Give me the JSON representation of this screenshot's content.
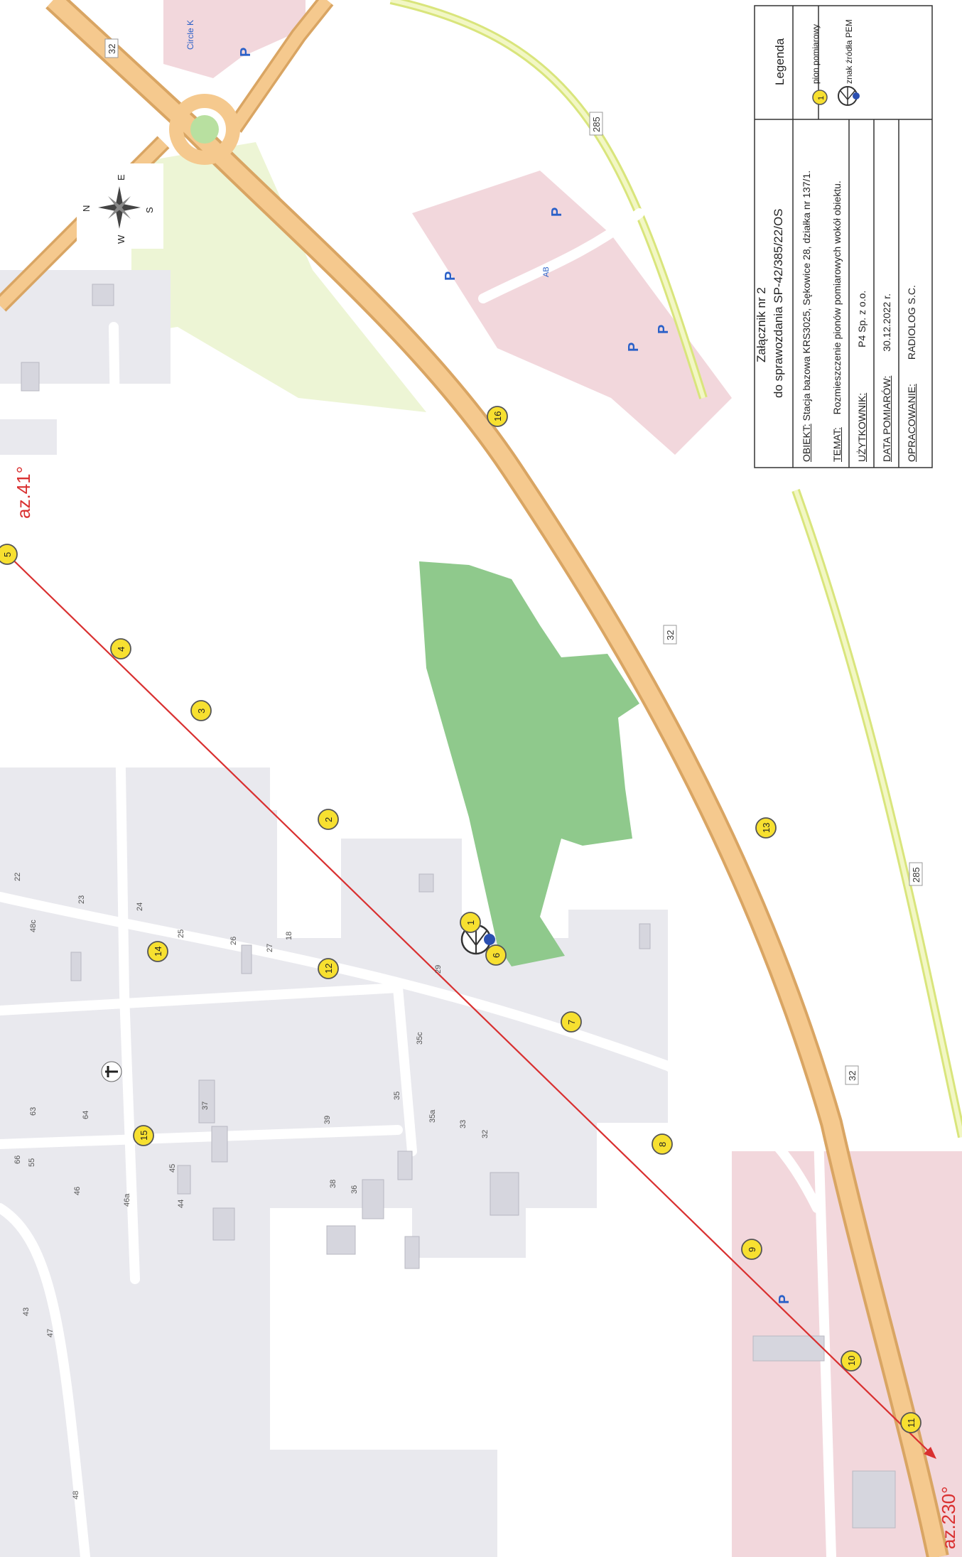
{
  "header": {
    "title_line1": "Załącznik nr 2",
    "title_line2": "do sprawozdania SP-42/385/22/OS"
  },
  "info": {
    "obiekt_label": "OBIEKT:",
    "obiekt_value": "Stacja bazowa KRS3025, Sękowice 28, działka nr 137/1.",
    "temat_label": "TEMAT:",
    "temat_value": "Rozmieszczenie pionów pomiarowych wokół obiektu.",
    "uzytkownik_label": "UŻYTKOWNIK:",
    "uzytkownik_value": "P4 Sp. z o.o.",
    "data_label": "DATA POMIARÓW:",
    "data_value": "30.12.2022 r.",
    "opracowanie_label": "OPRACOWANIE:",
    "opracowanie_value": "RADIOLOG S.C."
  },
  "legend": {
    "title": "Legenda",
    "item1_symbol": "1",
    "item1_label": "pion pomiarowy",
    "item2_label": "znak źródła PEM",
    "item2_icon": "antenna-source-icon"
  },
  "compass": {
    "n": "N",
    "e": "E",
    "s": "S",
    "w": "W",
    "icon": "compass-rose-icon"
  },
  "azimuths": {
    "north": "az.41°",
    "south": "az.230°"
  },
  "measurement_points": [
    "1",
    "2",
    "3",
    "4",
    "5",
    "6",
    "7",
    "8",
    "9",
    "10",
    "11",
    "12",
    "13",
    "14",
    "15",
    "16"
  ],
  "roads": {
    "main": "32",
    "secondary": "285"
  },
  "map_labels": {
    "parking": "P",
    "station_ab": "AB",
    "circle_k": "Circle K",
    "house_numbers": [
      "22",
      "23",
      "24",
      "25",
      "26",
      "27",
      "18",
      "29",
      "35c",
      "35",
      "35a",
      "33",
      "32",
      "37",
      "39",
      "38",
      "36",
      "64",
      "63",
      "55",
      "46",
      "46a",
      "45",
      "44",
      "43",
      "47",
      "48",
      "48c",
      "66"
    ]
  },
  "colors": {
    "road_fill": "#f5c98e",
    "road_edge": "#d9a563",
    "secondary_road": "#e6ef9a",
    "forest": "#8fc98c",
    "built_area": "#e9e9ee",
    "commercial": "#f2d7dc",
    "meadow": "#edf5d5",
    "azimuth_line": "#d93030",
    "point_fill": "#f7e030",
    "parking_text": "#2a60c8"
  }
}
